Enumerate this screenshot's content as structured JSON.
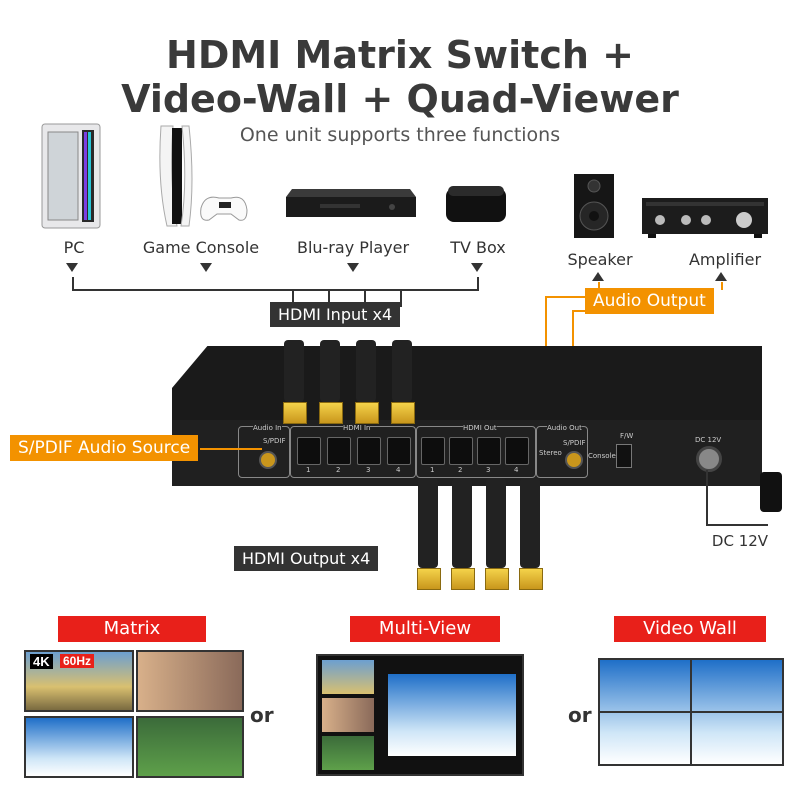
{
  "header": {
    "title_line1": "HDMI Matrix Switch +",
    "title_line2": "Video-Wall + Quad-Viewer",
    "subtitle": "One unit supports three functions"
  },
  "sources": [
    {
      "label": "PC",
      "icon": "pc-tower-icon"
    },
    {
      "label": "Game Console",
      "icon": "game-console-icon"
    },
    {
      "label": "Blu-ray Player",
      "icon": "bluray-player-icon"
    },
    {
      "label": "TV Box",
      "icon": "tv-box-icon"
    }
  ],
  "outputs_audio": [
    {
      "label": "Speaker",
      "icon": "speaker-icon"
    },
    {
      "label": "Amplifier",
      "icon": "amplifier-icon"
    }
  ],
  "callouts": {
    "hdmi_input": "HDMI Input x4",
    "audio_output": "Audio Output",
    "spdif_source": "S/PDIF Audio Source",
    "hdmi_output": "HDMI Output x4",
    "dc": "DC 12V"
  },
  "panel": {
    "audio_in": "Audio In",
    "spdif": "S/PDIF",
    "hdmi_in": "HDMI In",
    "hdmi_out": "HDMI Out",
    "audio_out": "Audio Out",
    "stereo": "Stereo",
    "spdif_out": "S/PDIF",
    "console": "Console",
    "fw": "F/W",
    "dc12v": "DC 12V",
    "port_numbers": [
      "1",
      "2",
      "3",
      "4"
    ]
  },
  "modes": {
    "matrix": "Matrix",
    "multiview": "Multi-View",
    "videowall": "Video Wall",
    "or": "or",
    "badge_4k": "4K",
    "badge_60hz": "60Hz"
  },
  "colors": {
    "accent_orange": "#f39200",
    "accent_red": "#e8201a",
    "text_dark": "#3a3a3a"
  }
}
